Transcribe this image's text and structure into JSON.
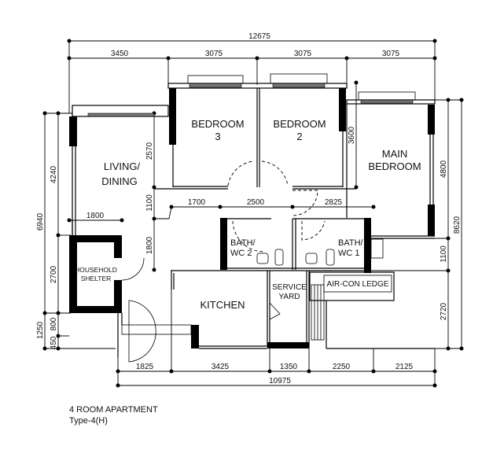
{
  "plan": {
    "title": "4 ROOM APARTMENT",
    "subtitle": "Type-4(H)"
  },
  "rooms": {
    "bedroom3": {
      "line1": "BEDROOM",
      "line2": "3"
    },
    "bedroom2": {
      "line1": "BEDROOM",
      "line2": "2"
    },
    "main_bedroom": {
      "line1": "MAIN",
      "line2": "BEDROOM"
    },
    "living": {
      "line1": "LIVING/",
      "line2": "DINING"
    },
    "shelter": {
      "line1": "HOUSEHOLD",
      "line2": "SHELTER"
    },
    "bath2": {
      "line1": "BATH/",
      "line2": "WC 2"
    },
    "bath1": {
      "line1": "BATH/",
      "line2": "WC 1"
    },
    "kitchen": "KITCHEN",
    "service_yard": {
      "line1": "SERVICE",
      "line2": "YARD"
    },
    "aircon_ledge": "AIR-CON LEDGE"
  },
  "dimensions": {
    "top_total": "12675",
    "top": [
      "3450",
      "3075",
      "3075",
      "3075"
    ],
    "bottom": [
      "1825",
      "3425",
      "1350",
      "2250",
      "2125"
    ],
    "bottom_total": "10975",
    "middle": [
      "1700",
      "2500",
      "2825"
    ],
    "left_total": "6940",
    "left": [
      "4240",
      "2700",
      "800",
      "450"
    ],
    "left_lower": "1250",
    "inner_v": [
      "2570",
      "1100",
      "1800"
    ],
    "shelter_width": "1800",
    "bedroom2_depth": "3600",
    "right": [
      "4800",
      "1100",
      "2720"
    ],
    "right_total": "8620"
  }
}
